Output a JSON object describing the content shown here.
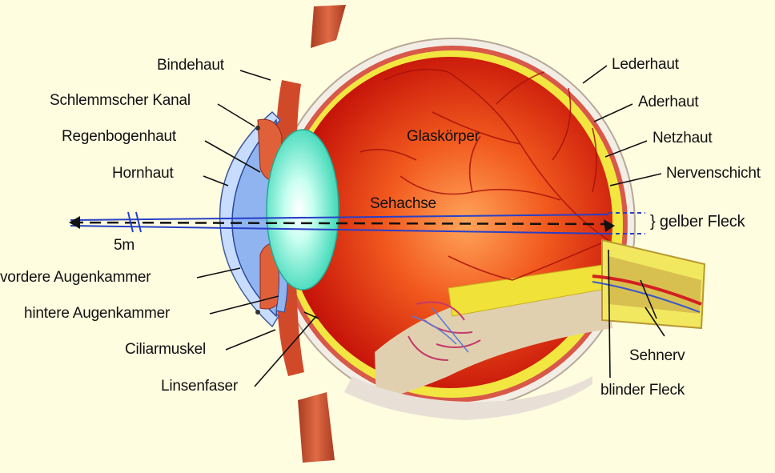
{
  "labels": {
    "bindehaut": "Bindehaut",
    "schlemm": "Schlemmscher Kanal",
    "regenbogenhaut": "Regenbogenhaut",
    "hornhaut": "Hornhaut",
    "vordere": "vordere Augenkammer",
    "hintere": "hintere Augenkammer",
    "ciliarmuskel": "Ciliarmuskel",
    "linsenfaser": "Linsenfaser",
    "lederhaut": "Lederhaut",
    "aderhaut": "Aderhaut",
    "netzhaut": "Netzhaut",
    "nervenschicht": "Nervenschicht",
    "gelber_fleck": "} gelber Fleck",
    "sehnerv": "Sehnerv",
    "blinder_fleck": "blinder Fleck",
    "glaskoerper": "Glaskörper",
    "sehachse": "Sehachse",
    "distance": "5m"
  },
  "colors": {
    "background": "#fffde0",
    "vitreous": "#e8200c",
    "sclera": "#f2eee6",
    "retina": "#f2e640",
    "cornea": "#8fb4f0",
    "lens": "#5ee6c8",
    "axis": "#2840c8"
  }
}
